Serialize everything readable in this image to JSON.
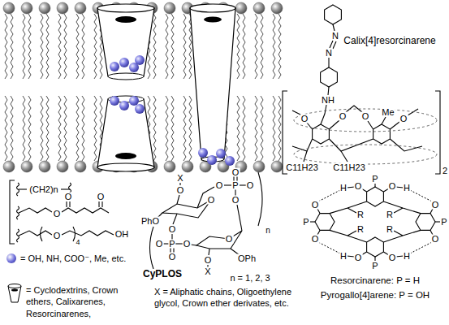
{
  "diagram": {
    "labels": [
      "Calix[4]resorcinarene",
      "N",
      "N",
      "NH",
      "O",
      "O",
      "O",
      "Me",
      "O",
      "C11H23",
      "C11H23",
      "2",
      "(CH2)n",
      "O",
      "O",
      "O",
      "O",
      "4",
      "OH",
      "X",
      "O",
      "PhO",
      "O",
      "O",
      "P",
      "O",
      "O",
      "O",
      "O",
      "P",
      "O",
      "O",
      "O",
      "O",
      "OPh",
      "O",
      "X",
      "n",
      "CyPLOS",
      "n = 1, 2, 3",
      "X = Aliphatic chains, Oligoethylene glycol, Crown ether derivates, etc.",
      "P",
      "P",
      "P",
      "P",
      "O",
      "H",
      "O",
      "O",
      "H",
      "O",
      "O",
      "H",
      "O",
      "O",
      "H",
      "O",
      "R",
      "R",
      "R",
      "R",
      "Resorcinarene: P = H",
      "Pyrogallo[4]arene: P = OH"
    ],
    "legend": [
      {
        "text": "= OH, NH, COO⁻, Me, etc.",
        "color": "#6a6ad8"
      },
      {
        "text": "= Cyclodextrins, Crown ethers, Calixarenes, Resorcinarenes,"
      }
    ]
  }
}
